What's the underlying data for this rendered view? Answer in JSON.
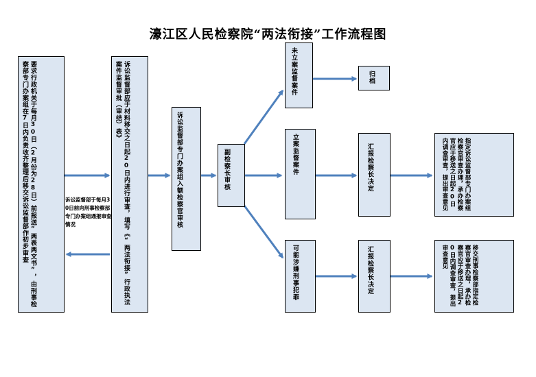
{
  "title": "濠江区人民检察院“两法衔接”工作流程图",
  "nodes": {
    "n1": "要求行政机关于每月30日（2月份为28日）前报送“两表两文书”，由刑事检察部专门办案组在7日内负责收齐整理后移交诉讼监督部作初步审查",
    "n2": "诉讼监督部应于材料移交之日起20日内进行审查，填写《“两法衔接”行政执法案件监督审批（审结）表》",
    "n3": "诉讼监督部专门办案组入额检察官审核",
    "n4": "副检察长审核",
    "n5": "未立案监督案件",
    "n6": "归档",
    "n7": "立案监督案件",
    "n8": "汇报检察长决定",
    "n9": "指定诉讼监督部专门办案组检察官审查办理，承办检察官应于移送之日起20日内调查审查，提出审查意见",
    "n10": "可能涉嫌刑事犯罪",
    "n11": "汇报检察长决定",
    "n12": "移交刑事检察部指定检察官审查办理，承办检察官应于移送之日起20日内调查审查，提出审查意见"
  },
  "feedback_label": "诉讼监督部于每月30日前向刑事检察部专门办案组通报审查情况",
  "colors": {
    "box_fill": "#dce6f2",
    "box_border": "#000000",
    "arrow": "#4f81bd"
  }
}
